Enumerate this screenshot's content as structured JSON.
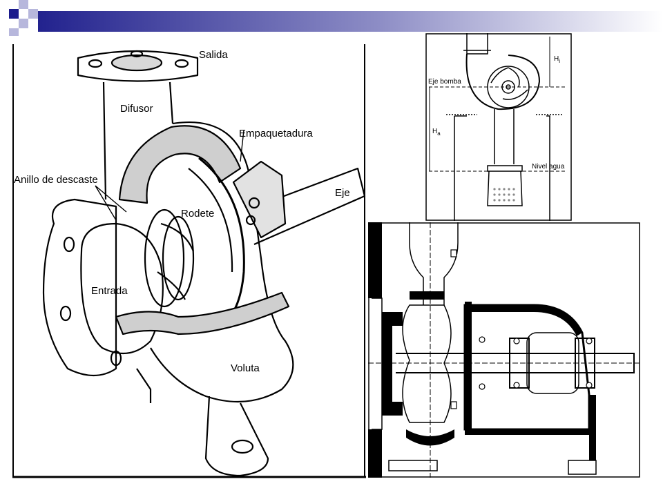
{
  "slide": {
    "accent_color": "#1a1a8c",
    "gradient_end": "#ffffff"
  },
  "pump_cutaway": {
    "labels": {
      "salida": "Salida",
      "difusor": "Difusor",
      "empaquetadura": "Empaquetadura",
      "anillo": "Anillo de descaste",
      "eje": "Eje",
      "rodete": "Rodete",
      "entrada": "Entrada",
      "voluta": "Voluta"
    }
  },
  "install_diagram": {
    "labels": {
      "hi": "H",
      "hi_sub": "i",
      "eje_bomba": "Eje bomba",
      "ha": "H",
      "ha_sub": "a",
      "nivel_agua": "Nivel agua"
    }
  },
  "section_drawing": {}
}
